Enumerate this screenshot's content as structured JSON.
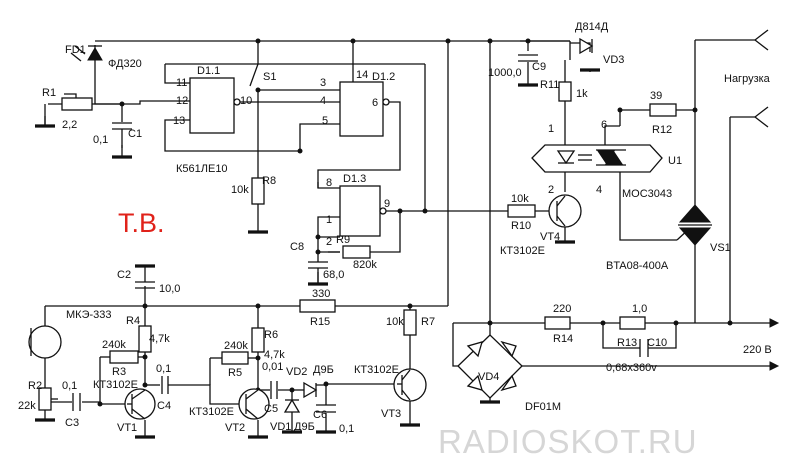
{
  "labels": {
    "fd1": "FD1",
    "fd320": "ФД320",
    "r1": "R1",
    "r1_val": "2,2",
    "c1_val": "0,1",
    "c1": "C1",
    "d1_1": "D1.1",
    "d1_2": "D1.2",
    "d1_3": "D1.3",
    "pin11": "11",
    "pin12": "12",
    "pin13": "13",
    "pin10": "10",
    "pin3": "3",
    "pin14": "14",
    "pin4": "4",
    "pin6": "6",
    "pin5": "5",
    "pin8": "8",
    "pin1": "1",
    "pin2": "2",
    "pin9": "9",
    "s1": "S1",
    "k561": "К561ЛЕ10",
    "r8_val": "10k",
    "r8": "R8",
    "c8": "C8",
    "c8_val": "68,0",
    "r9": "R9",
    "r9_val": "820k",
    "c9_val": "1000,0",
    "c9": "C9",
    "d814": "Д814Д",
    "vd3": "VD3",
    "r11": "R11",
    "r11_val": "1k",
    "u1_p1": "1",
    "u1_p6": "6",
    "u1_p2": "2",
    "u1_p4": "4",
    "u1": "U1",
    "moc": "MOC3043",
    "r12_val": "39",
    "r12": "R12",
    "load": "Нагрузка",
    "r10_val": "10k",
    "r10": "R10",
    "vt4": "VT4",
    "kt_vt4": "КТ3102Е",
    "vs1": "VS1",
    "bta": "BTA08-400A",
    "tv": "Т.В.",
    "c2": "C2",
    "c2_val": "10,0",
    "r15_val": "330",
    "r15": "R15",
    "mke": "МКЭ-333",
    "r4": "R4",
    "r4_val": "4,7k",
    "r3_val": "240k",
    "r3": "R3",
    "kt_vt1": "КТ3102Е",
    "c4_val": "0,1",
    "c4": "C4",
    "vt1": "VT1",
    "r2": "R2",
    "r2_val": "22k",
    "c3_val": "0,1",
    "c3": "C3",
    "r6": "R6",
    "r6_val": "4,7k",
    "r5_val": "240k",
    "r5": "R5",
    "kt_vt2": "КТ3102Е",
    "vt2": "VT2",
    "c5_val": "0,01",
    "c5": "C5",
    "vd2": "VD2",
    "d9b_vd2": "Д9Б",
    "vd1": "VD1",
    "d9b_vd1": "Д9Б",
    "c6": "C6",
    "c6_val": "0,1",
    "r7_val": "10k",
    "r7": "R7",
    "kt_vt3": "КТ3102Е",
    "vt3": "VT3",
    "r14_val": "220",
    "r14": "R14",
    "r13_val": "1,0",
    "r13": "R13",
    "c10": "C10",
    "c10_val": "0,68x360v",
    "mains": "220 В",
    "vd4": "VD4",
    "df01m": "DF01M",
    "watermark": "RADIOSKOT.RU"
  },
  "colors": {
    "ink": "#111111",
    "accent": "#e0221a",
    "watermark": "#d6d6d6"
  }
}
